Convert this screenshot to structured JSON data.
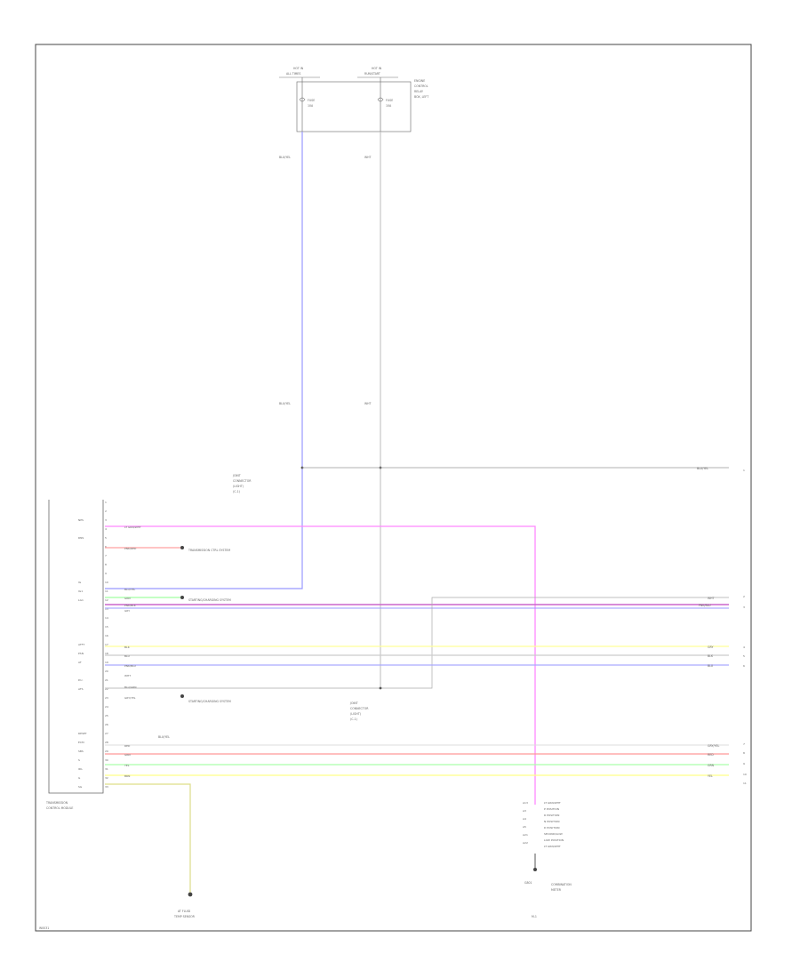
{
  "figure_code": "W0031",
  "fuse": {
    "a": {
      "line1": "HOT IN",
      "line2": "ALL TIMES"
    },
    "b": {
      "line1": "HOT IN",
      "line2": "RUN/START"
    },
    "title": [
      "ENGINE",
      "CONTROL",
      "RELAY",
      "BOX, LEFT"
    ],
    "fuse_a_text": [
      "FUSE",
      "10A"
    ],
    "fuse_b_text": [
      "FUSE",
      "10A"
    ]
  },
  "nodes": {
    "junction_1": [
      "JOINT",
      "CONNECTOR",
      "(LIGHT)",
      "(C-1)"
    ],
    "junction_2": [
      "JOINT",
      "CONNECTOR",
      "(LIGHT)",
      "(C-1)"
    ],
    "ecu": [
      "TRANSMISSION",
      "CONTROL MODULE"
    ],
    "sensor": [
      "AT FLUID",
      "TEMP SENSOR"
    ],
    "meter": [
      "COMBINATION",
      "METER"
    ],
    "ground": "G801"
  },
  "wire_labels": {
    "blu_ylw_top": "BLU/YEL",
    "wht_top": "WHT",
    "blu_ylw_mid": "BLU/YEL",
    "wht_mid": "WHT",
    "blu_ylw_right": "BLU/YEL",
    "sensor_wire": "BLU/YEL"
  },
  "refs": {
    "transmission_ctrl": "TRANSMISSION CTRL SYSTEM",
    "starting_system_1": "STARTING/CHARGING SYSTEM",
    "starting_system_2": "STARTING/CHARGING SYSTEM"
  },
  "ecu_pins": [
    "1",
    "2",
    "3",
    "4",
    "5",
    "6",
    "7",
    "8",
    "9",
    "10",
    "11",
    "12",
    "13",
    "14",
    "15",
    "16",
    "17",
    "18",
    "19",
    "20",
    "21",
    "22",
    "23",
    "24",
    "25",
    "26",
    "27",
    "28",
    "29",
    "30",
    "31",
    "32",
    "33"
  ],
  "ecu_pin_labels": [
    "",
    "",
    "NPS",
    "",
    "RNS",
    "",
    "",
    "",
    "",
    "IG",
    "IG1",
    "LG1",
    "",
    "",
    "",
    "",
    "ATFT",
    "PSN",
    "AT",
    "",
    "P.U.",
    "ATS",
    "",
    "",
    "",
    "",
    "RESET",
    "ECM",
    "SBS",
    "S",
    "IDL",
    "G",
    "SG"
  ],
  "wires": [
    {
      "label": "LT GRN/WHT"
    },
    {
      "label": "PNK/RED"
    },
    {
      "label": "BLU/YEL"
    },
    {
      "label": "GRN"
    },
    {
      "label": "PNK/BLK"
    },
    {
      "label": "GRY"
    },
    {
      "label": "BLK"
    },
    {
      "label": "BLU"
    },
    {
      "label": "PNK/BLU"
    },
    {
      "label": "WHT"
    },
    {
      "label": "BLU/GRN"
    },
    {
      "label": "GRY/YEL"
    },
    {
      "label": "RED"
    },
    {
      "label": "GRN"
    },
    {
      "label": "YEL"
    },
    {
      "label": "BRN"
    }
  ],
  "right_labels": {
    "r1": "BLU/YEL",
    "r2": "WHT",
    "r3": "PNK/BLU",
    "r4": "GRY",
    "r5": "BLK",
    "r6": "BLU",
    "r7": "GRY/YEL",
    "r8": "RED",
    "r9": "GRN",
    "r10": "YEL"
  },
  "right_nums": [
    "1",
    "2",
    "3",
    "4",
    "5",
    "6",
    "7",
    "8",
    "9",
    "10",
    "11"
  ],
  "meter_pins": [
    "A13",
    "A3",
    "A4",
    "A5",
    "A21",
    "A22"
  ],
  "meter_lines": [
    "LT GRN/WHT",
    "P POSITION",
    "R POSITION",
    "N POSITION",
    "D POSITION",
    "SECOND/LOW",
    "LOW POSITION",
    "LT GRN/WHT"
  ],
  "page_mark": "M-1"
}
